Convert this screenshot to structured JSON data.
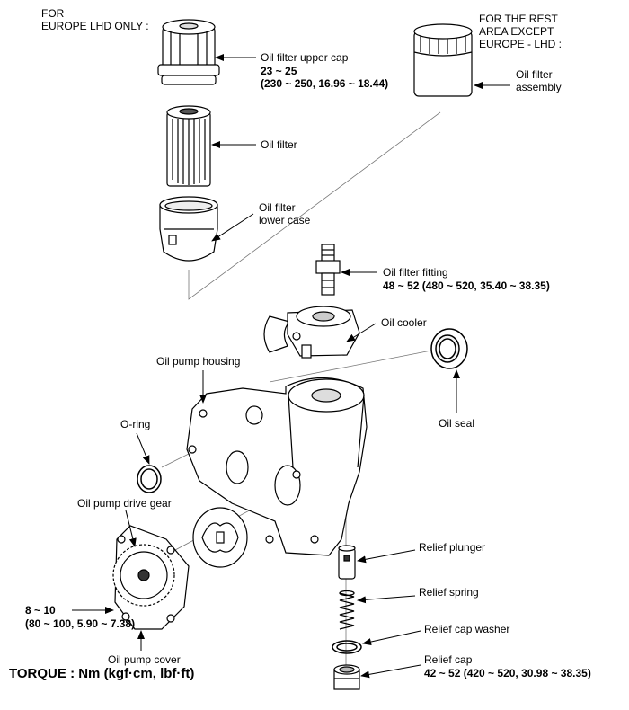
{
  "labels": {
    "europe_lhd_1": "FOR",
    "europe_lhd_2": "EUROPE LHD ONLY :",
    "rest_area_1": "FOR THE REST",
    "rest_area_2": "AREA EXCEPT",
    "rest_area_3": "EUROPE - LHD :",
    "upper_cap": "Oil  filter upper cap",
    "upper_cap_torque_1": "23 ~ 25",
    "upper_cap_torque_2": "(230 ~ 250, 16.96 ~ 18.44)",
    "filter_assembly_1": "Oil filter",
    "filter_assembly_2": "assembly",
    "oil_filter": "Oil filter",
    "lower_case_1": "Oil filter",
    "lower_case_2": "lower case",
    "fitting": "Oil filter fitting",
    "fitting_torque": "48 ~ 52 (480 ~ 520, 35.40 ~ 38.35)",
    "oil_cooler": "Oil cooler",
    "pump_housing": "Oil pump housing",
    "oil_seal": "Oil seal",
    "o_ring": "O-ring",
    "drive_gear": "Oil pump drive gear",
    "cover_torque_1": "8 ~ 10",
    "cover_torque_2": "(80 ~ 100, 5.90 ~ 7.38)",
    "pump_cover": "Oil pump cover",
    "relief_plunger": "Relief plunger",
    "relief_spring": "Relief spring",
    "relief_cap_washer": "Relief cap washer",
    "relief_cap": "Relief cap",
    "relief_cap_torque": "42 ~ 52 (420 ~ 520, 30.98 ~ 38.35)",
    "torque_units": "TORQUE : Nm (kgf·cm, lbf·ft)"
  }
}
